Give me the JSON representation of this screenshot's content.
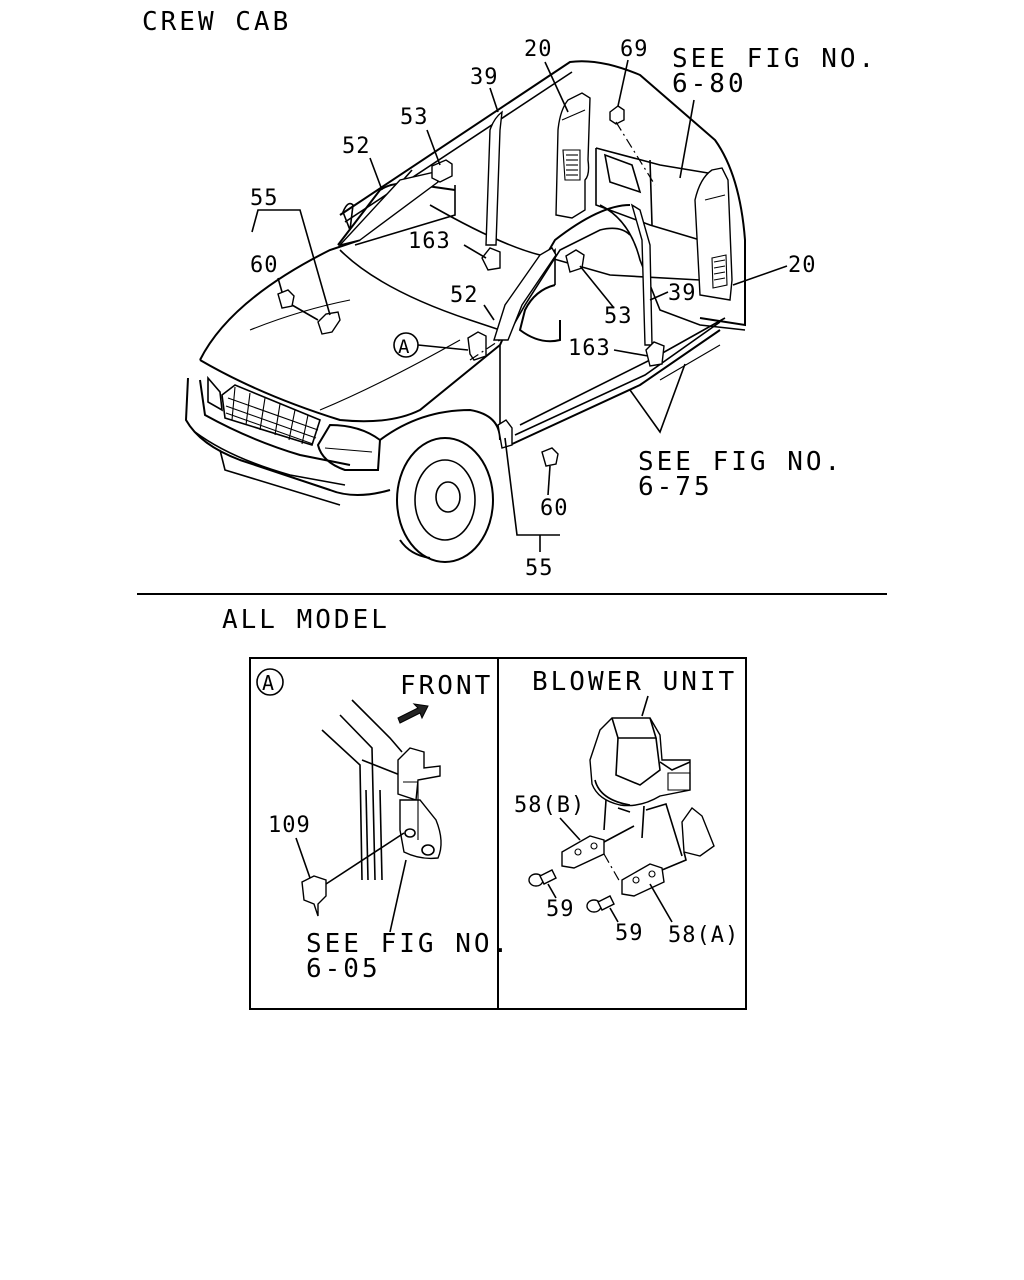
{
  "sections": {
    "top_title": "CREW CAB",
    "bottom_title": "ALL MODEL"
  },
  "callouts": {
    "p20_left": "20",
    "p20_right": "20",
    "p39_top": "39",
    "p39_right": "39",
    "p52_top": "52",
    "p52_mid": "52",
    "p53_top": "53",
    "p53_mid": "53",
    "p55_left": "55",
    "p55_bottom": "55",
    "p60_left": "60",
    "p60_bottom": "60",
    "p69": "69",
    "p163_top": "163",
    "p163_right": "163",
    "marker_a": "A"
  },
  "references": {
    "fig_6_80_line1": "SEE FIG NO.",
    "fig_6_80_line2": "6-80",
    "fig_6_75_line1": "SEE FIG NO.",
    "fig_6_75_line2": "6-75"
  },
  "detail_a": {
    "marker": "A",
    "front_label": "FRONT",
    "p109": "109",
    "ref_line1": "SEE FIG NO.",
    "ref_line2": "6-05"
  },
  "blower": {
    "title": "BLOWER UNIT",
    "p58b": "58(B)",
    "p58a": "58(A)",
    "p59_left": "59",
    "p59_right": "59"
  }
}
